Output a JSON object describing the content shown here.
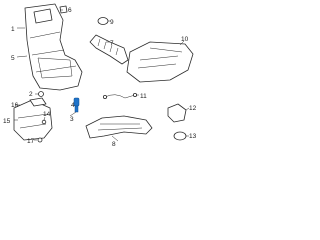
{
  "callouts": [
    {
      "id": "c1",
      "label": "1"
    },
    {
      "id": "c2",
      "label": "2"
    },
    {
      "id": "c3",
      "label": "3"
    },
    {
      "id": "c4",
      "label": "4"
    },
    {
      "id": "c5",
      "label": "5"
    },
    {
      "id": "c6",
      "label": "6"
    },
    {
      "id": "c7",
      "label": "7"
    },
    {
      "id": "c8",
      "label": "8"
    },
    {
      "id": "c9",
      "label": "9"
    },
    {
      "id": "c10",
      "label": "10"
    },
    {
      "id": "c11",
      "label": "11"
    },
    {
      "id": "c12",
      "label": "12"
    },
    {
      "id": "c13",
      "label": "13"
    },
    {
      "id": "c14",
      "label": "14"
    },
    {
      "id": "c15",
      "label": "15"
    },
    {
      "id": "c16",
      "label": "16"
    },
    {
      "id": "c17",
      "label": "17"
    }
  ],
  "colors": {
    "line": "#2b2b2b",
    "highlight": "#1f73c9",
    "background": "#ffffff"
  }
}
